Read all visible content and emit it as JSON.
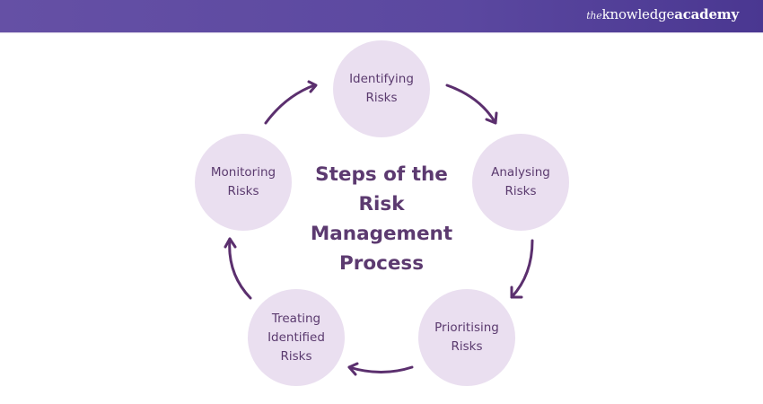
{
  "header": {
    "brand_prefix": "the",
    "brand_main": "knowledge",
    "brand_suffix": "academy"
  },
  "diagram": {
    "title": "Steps of the\nRisk\nManagement\nProcess",
    "steps": [
      {
        "label": "Identifying\nRisks"
      },
      {
        "label": "Analysing\nRisks"
      },
      {
        "label": "Prioritising\nRisks"
      },
      {
        "label": "Treating\nIdentified\nRisks"
      },
      {
        "label": "Monitoring\nRisks"
      }
    ],
    "colors": {
      "header": "#5b48a0",
      "circle_fill": "#eadff0",
      "text": "#5a3a6e",
      "arrow": "#5b2f6e"
    }
  }
}
